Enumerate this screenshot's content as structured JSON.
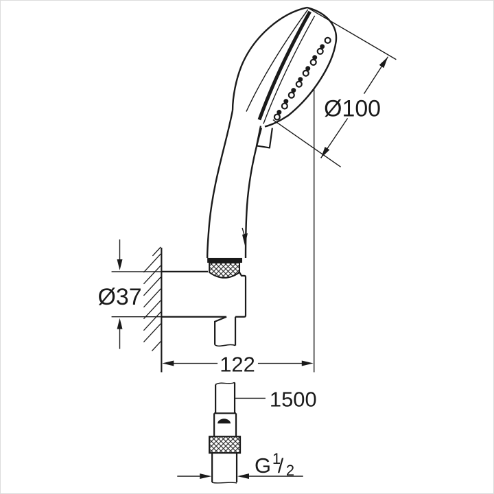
{
  "page": {
    "background": "#ffffff",
    "frame_border_color": "#dcdcdc",
    "line_color": "#1a1a1a"
  },
  "drawing": {
    "kind": "technical-dimension-drawing",
    "subject": "hand shower with wall holder and shower hose",
    "dimensions": {
      "head_diameter": {
        "label": "Ø100"
      },
      "holder_diameter": {
        "label": "Ø37"
      },
      "holder_offset": {
        "label": "122"
      },
      "hose_length": {
        "label": "1500"
      },
      "thread": {
        "g": "G",
        "numerator": "1",
        "slash": "/",
        "denominator": "2"
      }
    }
  }
}
